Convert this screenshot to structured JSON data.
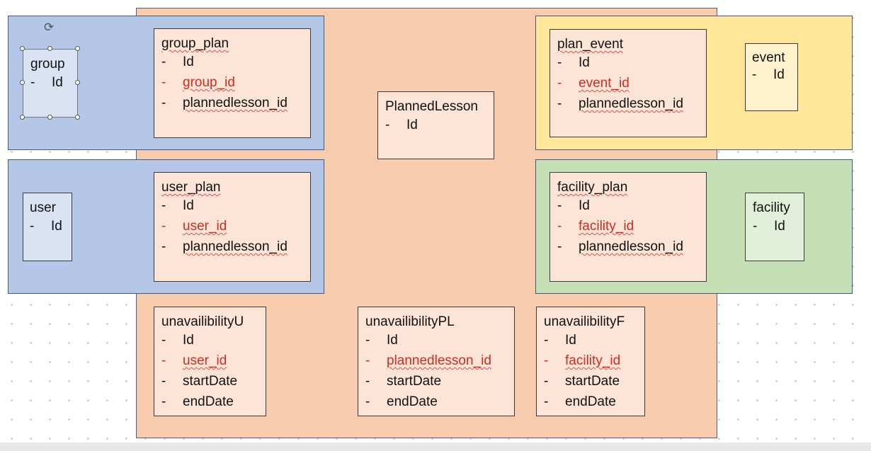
{
  "tables": {
    "group": {
      "name": "group",
      "fields": [
        {
          "dash": "-",
          "name": "Id"
        }
      ]
    },
    "group_plan": {
      "name": "group_plan",
      "fields": [
        {
          "dash": "-",
          "name": "Id"
        },
        {
          "dash": "-",
          "name": "group_id"
        },
        {
          "dash": "-",
          "name": "plannedlesson_id"
        }
      ]
    },
    "planned_lesson": {
      "name": "PlannedLesson",
      "fields": [
        {
          "dash": "-",
          "name": "Id"
        }
      ]
    },
    "plan_event": {
      "name": "plan_event",
      "fields": [
        {
          "dash": "-",
          "name": "Id"
        },
        {
          "dash": "-",
          "name": "event_id"
        },
        {
          "dash": "-",
          "name": "plannedlesson_id"
        }
      ]
    },
    "event": {
      "name": "event",
      "fields": [
        {
          "dash": "-",
          "name": "Id"
        }
      ]
    },
    "user": {
      "name": "user",
      "fields": [
        {
          "dash": "-",
          "name": "Id"
        }
      ]
    },
    "user_plan": {
      "name": "user_plan",
      "fields": [
        {
          "dash": "-",
          "name": "Id"
        },
        {
          "dash": "-",
          "name": "user_id"
        },
        {
          "dash": "-",
          "name": "plannedlesson_id"
        }
      ]
    },
    "facility_plan": {
      "name": "facility_plan",
      "fields": [
        {
          "dash": "-",
          "name": "Id"
        },
        {
          "dash": "-",
          "name": "facility_id"
        },
        {
          "dash": "-",
          "name": "plannedlesson_id"
        }
      ]
    },
    "facility": {
      "name": "facility",
      "fields": [
        {
          "dash": "-",
          "name": "Id"
        }
      ]
    },
    "unavailability_u": {
      "name": "unavailibilityU",
      "fields": [
        {
          "dash": "-",
          "name": "Id"
        },
        {
          "dash": "-",
          "name": "user_id"
        },
        {
          "dash": "-",
          "name": "startDate"
        },
        {
          "dash": "-",
          "name": "endDate"
        }
      ]
    },
    "unavailability_pl": {
      "name": "unavailibilityPL",
      "fields": [
        {
          "dash": "-",
          "name": "Id"
        },
        {
          "dash": "-",
          "name": "plannedlesson_id"
        },
        {
          "dash": "-",
          "name": "startDate"
        },
        {
          "dash": "-",
          "name": "endDate"
        }
      ]
    },
    "unavailability_f": {
      "name": "unavailibilityF",
      "fields": [
        {
          "dash": "-",
          "name": "Id"
        },
        {
          "dash": "-",
          "name": "facility_id"
        },
        {
          "dash": "-",
          "name": "startDate"
        },
        {
          "dash": "-",
          "name": "endDate"
        }
      ]
    }
  },
  "colors": {
    "main_region": "#f8cbad",
    "blue_region": "#b4c7e7",
    "yellow_region": "#ffe699",
    "green_region": "#c5e0b4",
    "foreign_key_text": "#d42a1f"
  }
}
